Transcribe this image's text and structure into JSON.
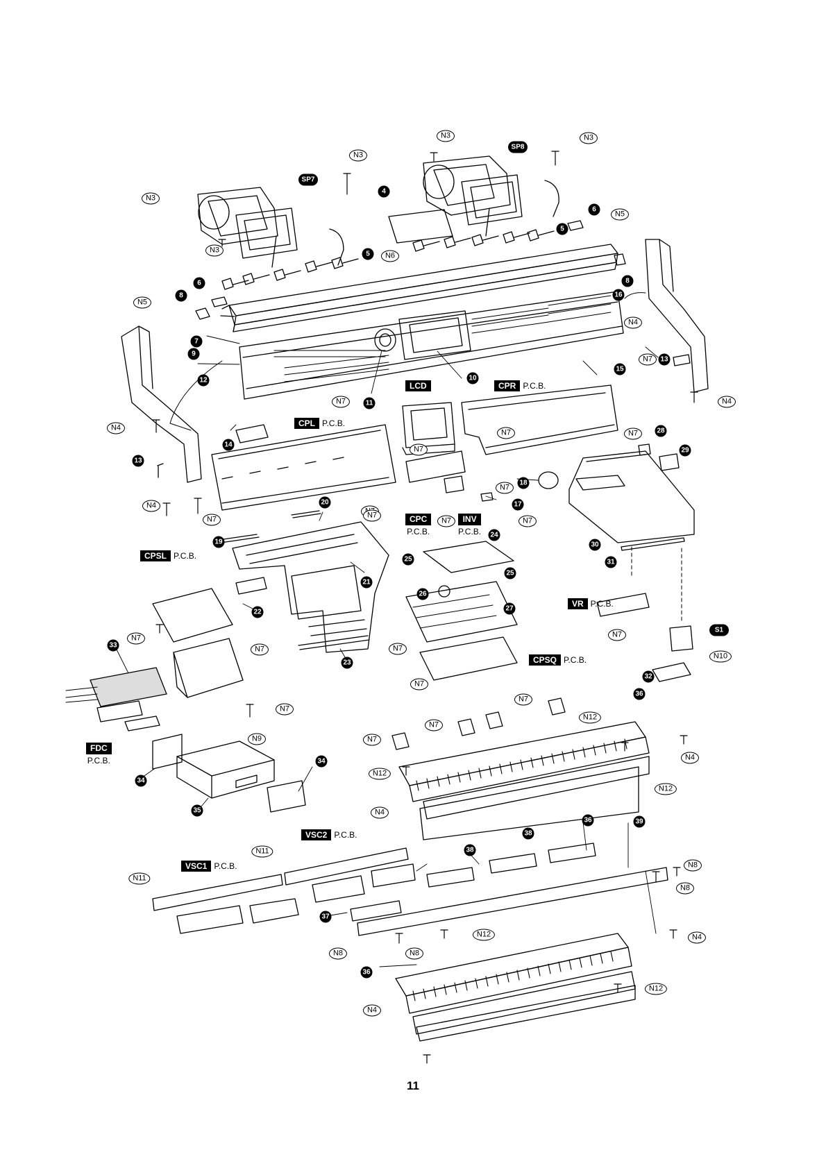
{
  "page_number": "11",
  "boards": {
    "lcd": {
      "tag": "LCD",
      "suffix": ""
    },
    "cpr": {
      "tag": "CPR",
      "suffix": "P.C.B."
    },
    "cpl": {
      "tag": "CPL",
      "suffix": "P.C.B."
    },
    "cpc": {
      "tag": "CPC",
      "suffix": "P.C.B."
    },
    "inv": {
      "tag": "INV",
      "suffix": "P.C.B."
    },
    "cpsl": {
      "tag": "CPSL",
      "suffix": "P.C.B."
    },
    "vr": {
      "tag": "VR",
      "suffix": "P.C.B."
    },
    "cpsq": {
      "tag": "CPSQ",
      "suffix": "P.C.B."
    },
    "fdc": {
      "tag": "FDC",
      "suffix": "P.C.B."
    },
    "vsc2": {
      "tag": "VSC2",
      "suffix": "P.C.B."
    },
    "vsc1": {
      "tag": "VSC1",
      "suffix": "P.C.B."
    }
  },
  "oval_text": {
    "n3": "N3",
    "n4": "N4",
    "n5": "N5",
    "n6": "N6",
    "n7": "N7",
    "n8": "N8",
    "n9": "N9",
    "n10": "N10",
    "n11": "N11",
    "n12": "N12"
  },
  "callouts": {
    "sp7": "SP7",
    "sp8": "SP8",
    "s1": "S1",
    "c4": "4",
    "c5": "5",
    "c6": "6",
    "c7": "7",
    "c8": "8",
    "c9": "9",
    "c10": "10",
    "c11": "11",
    "c12": "12",
    "c13": "13",
    "c14": "14",
    "c15": "15",
    "c16": "16",
    "c17": "17",
    "c18": "18",
    "c19": "19",
    "c20": "20",
    "c21": "21",
    "c22": "22",
    "c23": "23",
    "c24": "24",
    "c25": "25",
    "c26": "26",
    "c27": "27",
    "c28": "28",
    "c29": "29",
    "c30": "30",
    "c31": "31",
    "c32": "32",
    "c33": "33",
    "c34": "34",
    "c35": "35",
    "c36": "36",
    "c37": "37",
    "c38": "38",
    "c39": "39"
  }
}
